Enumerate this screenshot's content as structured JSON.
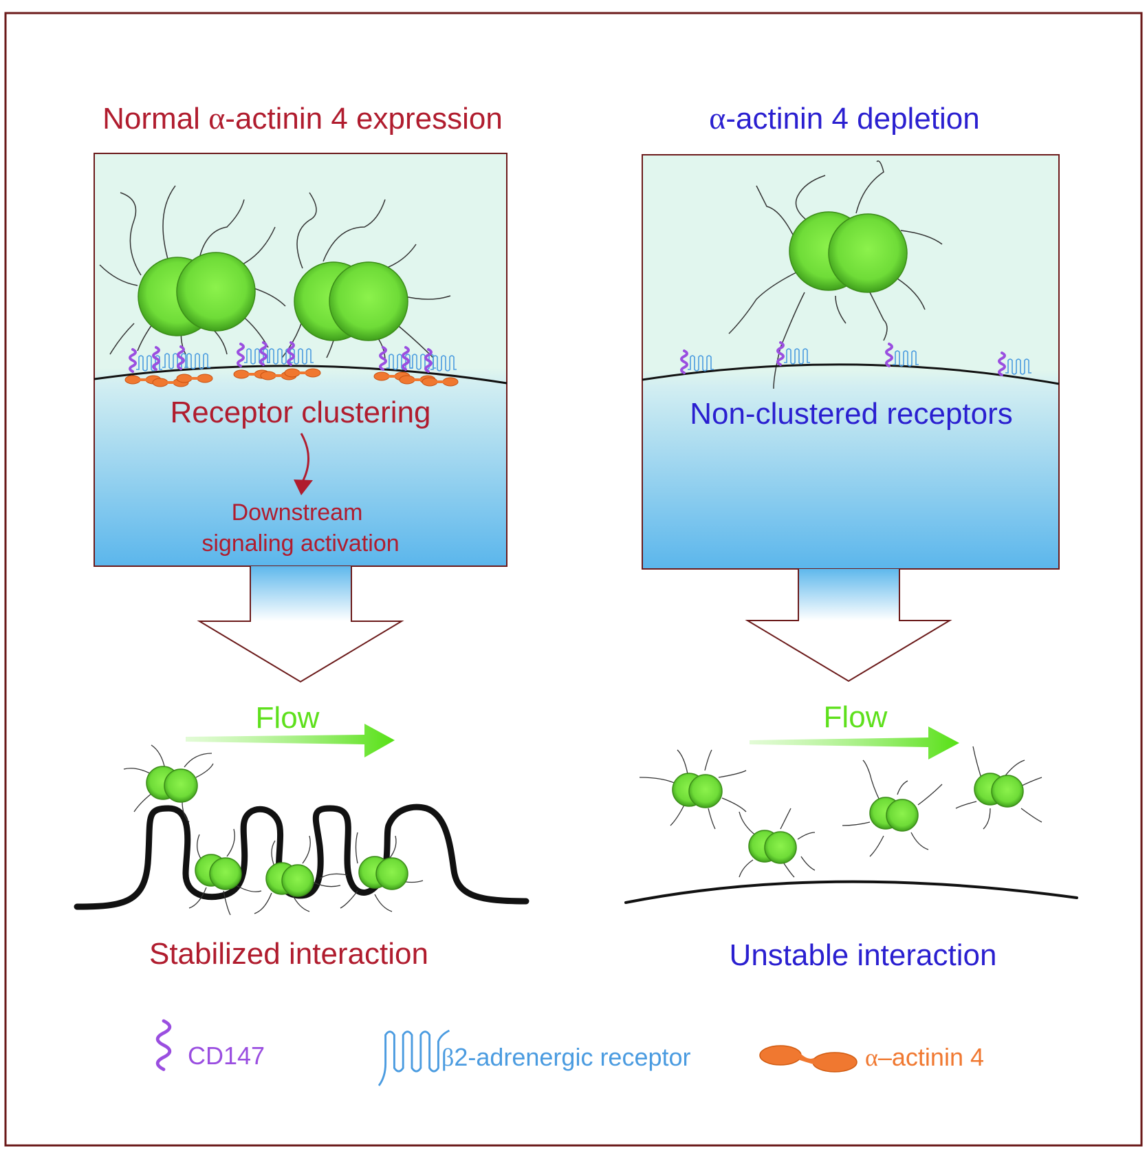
{
  "colors": {
    "frame": "#6b1a1a",
    "normal_text": "#b01c2e",
    "depletion_text": "#2a1fd0",
    "flow_green": "#5ee01c",
    "cell_green": "#6fe03a",
    "cd147_purple": "#9a4ee0",
    "receptor_blue": "#4a9be0",
    "actinin_orange": "#f07830",
    "panel_top": "#dff5ec",
    "panel_bottom": "#5fb8ec"
  },
  "left": {
    "title_prefix": "Normal ",
    "title_alpha": "α",
    "title_suffix": "-actinin 4 expression",
    "cluster_label": "Receptor clustering",
    "signal_line1": "Downstream",
    "signal_line2": "signaling activation",
    "flow_label": "Flow",
    "outcome": "Stabilized interaction"
  },
  "right": {
    "title_alpha": "α",
    "title_suffix": "-actinin 4 depletion",
    "cluster_label": "Non-clustered receptors",
    "flow_label": "Flow",
    "outcome": "Unstable interaction"
  },
  "legend": {
    "cd147": "CD147",
    "beta_symbol": "β",
    "receptor_suffix": "2-adrenergic receptor",
    "actinin_alpha": "α",
    "actinin_suffix": "–actinin 4"
  },
  "icons": {
    "cd147": "cd147-icon",
    "receptor": "beta2-receptor-icon",
    "actinin": "actinin-4-icon"
  }
}
